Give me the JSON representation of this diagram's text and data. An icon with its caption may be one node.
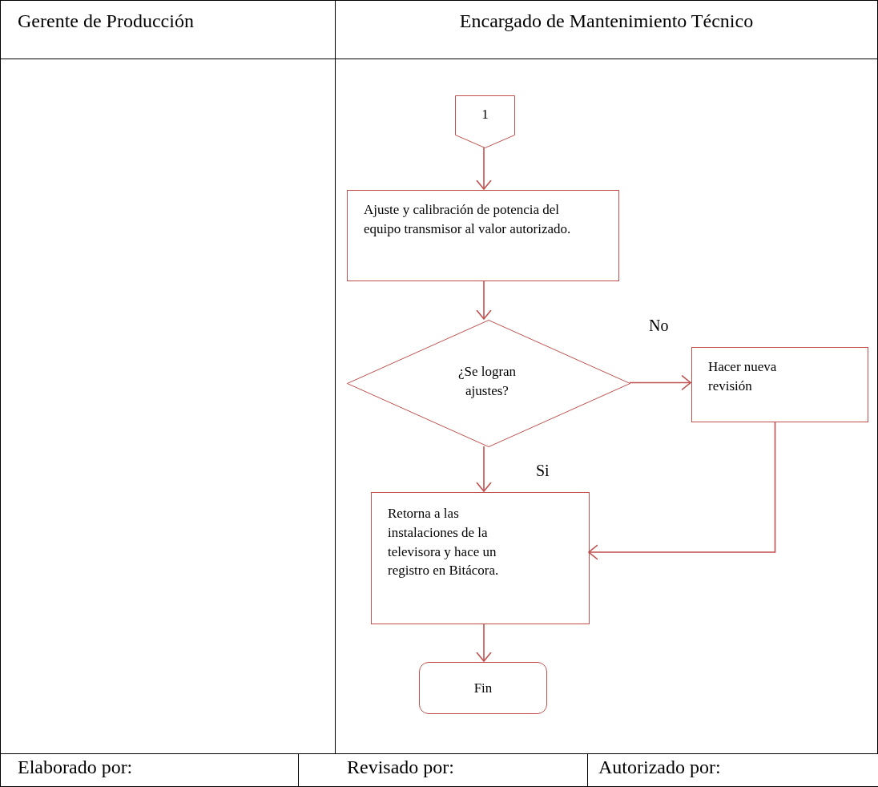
{
  "diagram": {
    "nodes": [
      {
        "text": [
          "Gerente de Producción"
        ]
      },
      {
        "text": [
          "Encargado de Mantenimiento Técnico"
        ]
      },
      {
        "text": [
          "1"
        ],
        "in": 1
      },
      {
        "text": [
          "Ajuste y calibración de potencia del equipo transmisor al valor autorizado."
        ],
        "in": 1
      },
      {
        "text": [
          "¿Se logran ajustes?"
        ],
        "in": 1
      },
      {
        "text": [
          "Hacer nueva revisión"
        ],
        "in": 1
      },
      {
        "text": [
          "Retorna a las instalaciones de la televisora y hace un registro en Bitácora."
        ],
        "in": 1
      },
      {
        "text": [
          "Fin"
        ],
        "in": 1
      }
    ],
    "edges": [
      {
        "from": 2,
        "to": 3,
        "arrow": "to"
      },
      {
        "from": 3,
        "to": 4,
        "arrow": "to"
      },
      {
        "from": 4,
        "to": 5,
        "arrow": "to",
        "label": "No"
      },
      {
        "from": 4,
        "to": 6,
        "arrow": "to",
        "label": "Si"
      },
      {
        "from": 5,
        "to": 6,
        "arrow": "to"
      },
      {
        "from": 6,
        "to": 7,
        "arrow": "to"
      }
    ],
    "labels": [
      "Elaborado por:",
      "Revisado por:",
      "Autorizado por:"
    ]
  }
}
